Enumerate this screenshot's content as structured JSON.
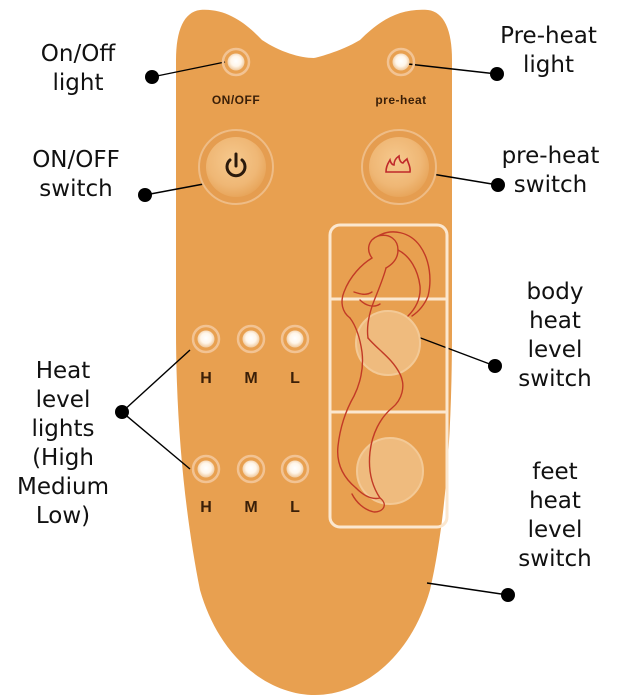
{
  "remote": {
    "body_color": "#E8A050",
    "panel_labels": {
      "on_off": "ON/OFF",
      "pre_heat": "pre-heat",
      "upper_levels": [
        "H",
        "M",
        "L"
      ],
      "lower_levels": [
        "H",
        "M",
        "L"
      ]
    }
  },
  "callouts": {
    "on_off_light": [
      "On/Off",
      "light"
    ],
    "on_off_switch": [
      "ON/OFF",
      "switch"
    ],
    "pre_heat_light": [
      "Pre-heat",
      "light"
    ],
    "pre_heat_switch": [
      "pre-heat",
      "switch"
    ],
    "body_heat_switch": [
      "body",
      "heat",
      "level",
      "switch"
    ],
    "heat_level_lights": [
      "Heat",
      "level",
      "lights",
      "(High",
      "Medium",
      "Low)"
    ],
    "feet_heat_switch": [
      "feet",
      "heat",
      "level",
      "switch"
    ]
  },
  "icons": {
    "power": "power-icon",
    "pre_heat": "flame-icon",
    "body_zone": "woman-figure-icon"
  }
}
